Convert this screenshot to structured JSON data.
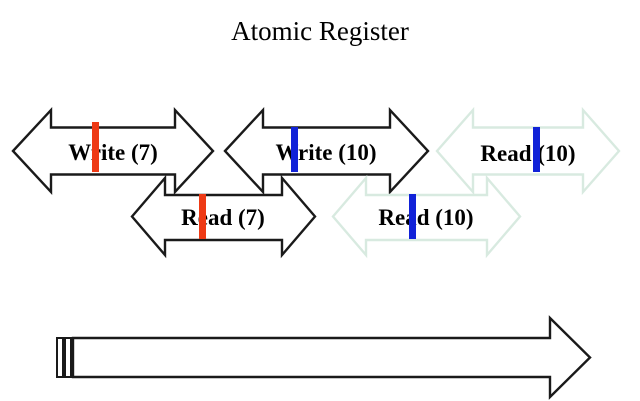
{
  "title": "Atomic Register",
  "operations": [
    {
      "label": "Write (7)",
      "outline": "#1a1a1a",
      "outline_style": "black",
      "tick": "#ee3a15",
      "tick_style": "red"
    },
    {
      "label": "Write (10)",
      "outline": "#1a1a1a",
      "outline_style": "black",
      "tick": "#1122d8",
      "tick_style": "blue"
    },
    {
      "label": "Read (10)",
      "outline": "#d8eae0",
      "outline_style": "pale-green",
      "tick": "#1122d8",
      "tick_style": "blue"
    },
    {
      "label": "Read (7)",
      "outline": "#1a1a1a",
      "outline_style": "black",
      "tick": "#ee3a15",
      "tick_style": "red"
    },
    {
      "label": "Read (10)",
      "outline": "#d8eae0",
      "outline_style": "pale-green",
      "tick": "#1122d8",
      "tick_style": "blue"
    }
  ],
  "colors": {
    "black_outline": "#1a1a1a",
    "pale_outline": "#d8eae0",
    "red_tick": "#ee3a15",
    "blue_tick": "#1122d8",
    "timeline": "#1a1a1a",
    "background": "#ffffff"
  }
}
